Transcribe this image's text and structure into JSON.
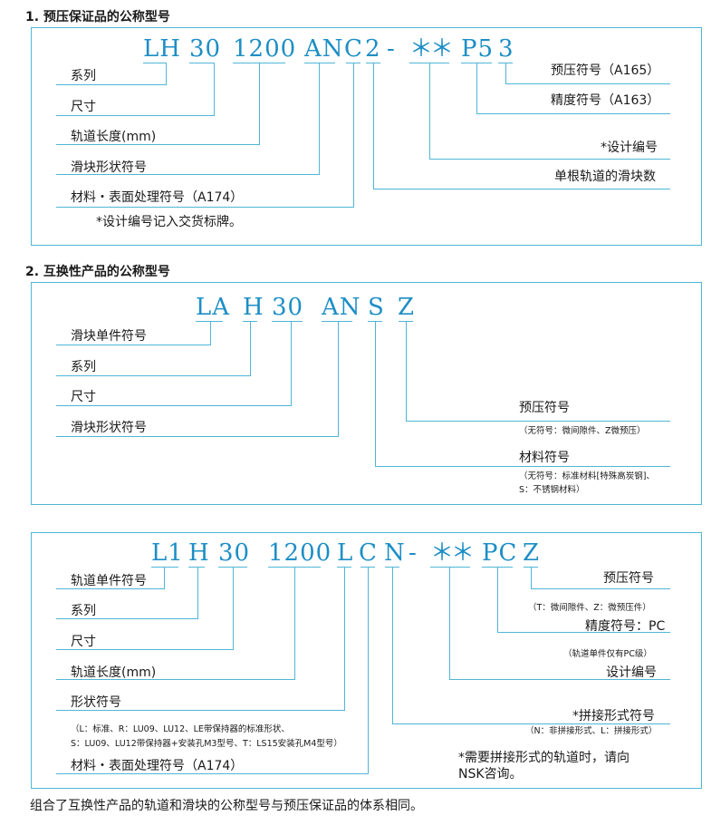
{
  "section1": {
    "title": "1. 预压保证品的公称型号",
    "code": [
      "LH",
      "30",
      "1200",
      "AN",
      "C",
      "2",
      "-",
      "＊",
      "＊",
      "P5",
      "3"
    ],
    "left_labels": [
      "系列",
      "尺寸",
      "轨道长度(mm)",
      "滑块形状符号",
      "材料・表面处理符号（A174）"
    ],
    "right_labels": [
      "预压符号（A165）",
      "精度符号（A163）",
      "*设计编号",
      "单根轨道的滑块数"
    ],
    "note": "*设计编号记入交货标牌。"
  },
  "section2": {
    "title": "2. 互换性产品的公称型号",
    "code": [
      "LA",
      "H",
      "30",
      "AN",
      "S",
      "Z"
    ],
    "left_labels": [
      "滑块单件符号",
      "系列",
      "尺寸",
      "滑块形状符号"
    ],
    "right_preload": "预压符号",
    "right_preload_note": "（无符号：微间隙件、Z微预压）",
    "right_material": "材料符号",
    "right_material_note1": "（无符号：标准材料[特殊高炭钢]、",
    "right_material_note2": "S：不锈钢材料）"
  },
  "section3": {
    "code": [
      "L1",
      "H",
      "30",
      "1200",
      "L",
      "C",
      "N",
      "-",
      "＊",
      "＊",
      "PC",
      "Z"
    ],
    "left_labels": [
      "轨道单件符号",
      "系列",
      "尺寸",
      "轨道长度(mm)",
      "形状符号"
    ],
    "shape_note1": "（L：标准、R：LU09、LU12、LE带保持器的标准形状、",
    "shape_note2": "S：LU09、LU12带保持器+安装孔M3型号、T：LS15安装孔M4型号）",
    "material_label": "材料・表面处理符号（A174）",
    "right_preload": "预压符号",
    "right_preload_note": "（T：微间隙件、Z：微预压件）",
    "right_accuracy": "精度符号：PC",
    "right_accuracy_note": "（轨道单件仅有PC级）",
    "right_design": "设计编号",
    "right_joint": "*拼接形式符号",
    "right_joint_note": "（N：非拼接形式、L：拼接形式）",
    "joint_remark1": "*需要拼接形式的轨道时，请向",
    "joint_remark2": "NSK咨询。"
  },
  "footer": "组合了互换性产品的轨道和滑块的公称型号与预压保证品的体系相同。"
}
